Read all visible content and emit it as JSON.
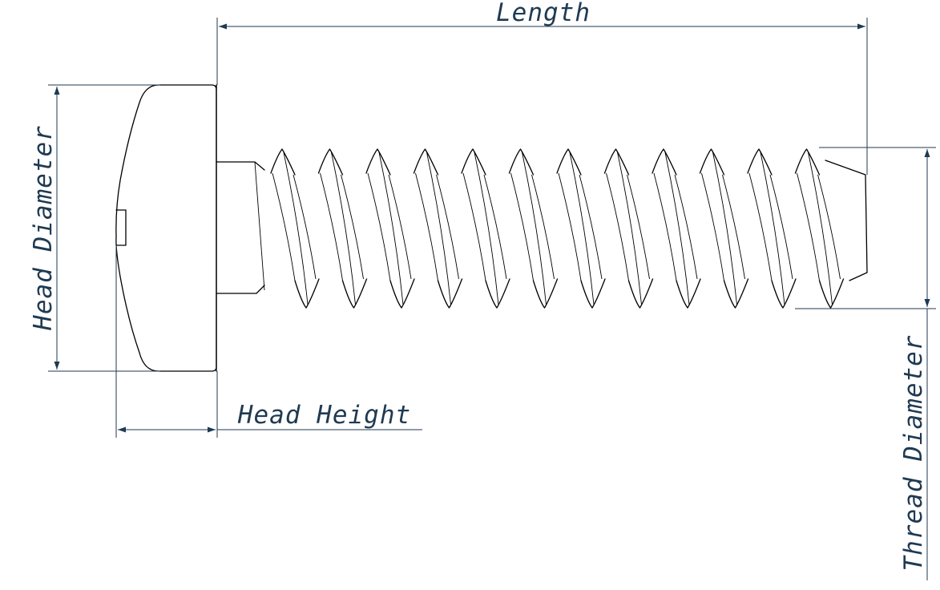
{
  "dimensions": {
    "length": "Length",
    "head_diameter": "Head Diameter",
    "head_height": "Head Height",
    "thread_diameter": "Thread Diameter"
  },
  "colors": {
    "part_outline": "#000000",
    "dimension": "#1f3a52",
    "background": "#ffffff"
  }
}
